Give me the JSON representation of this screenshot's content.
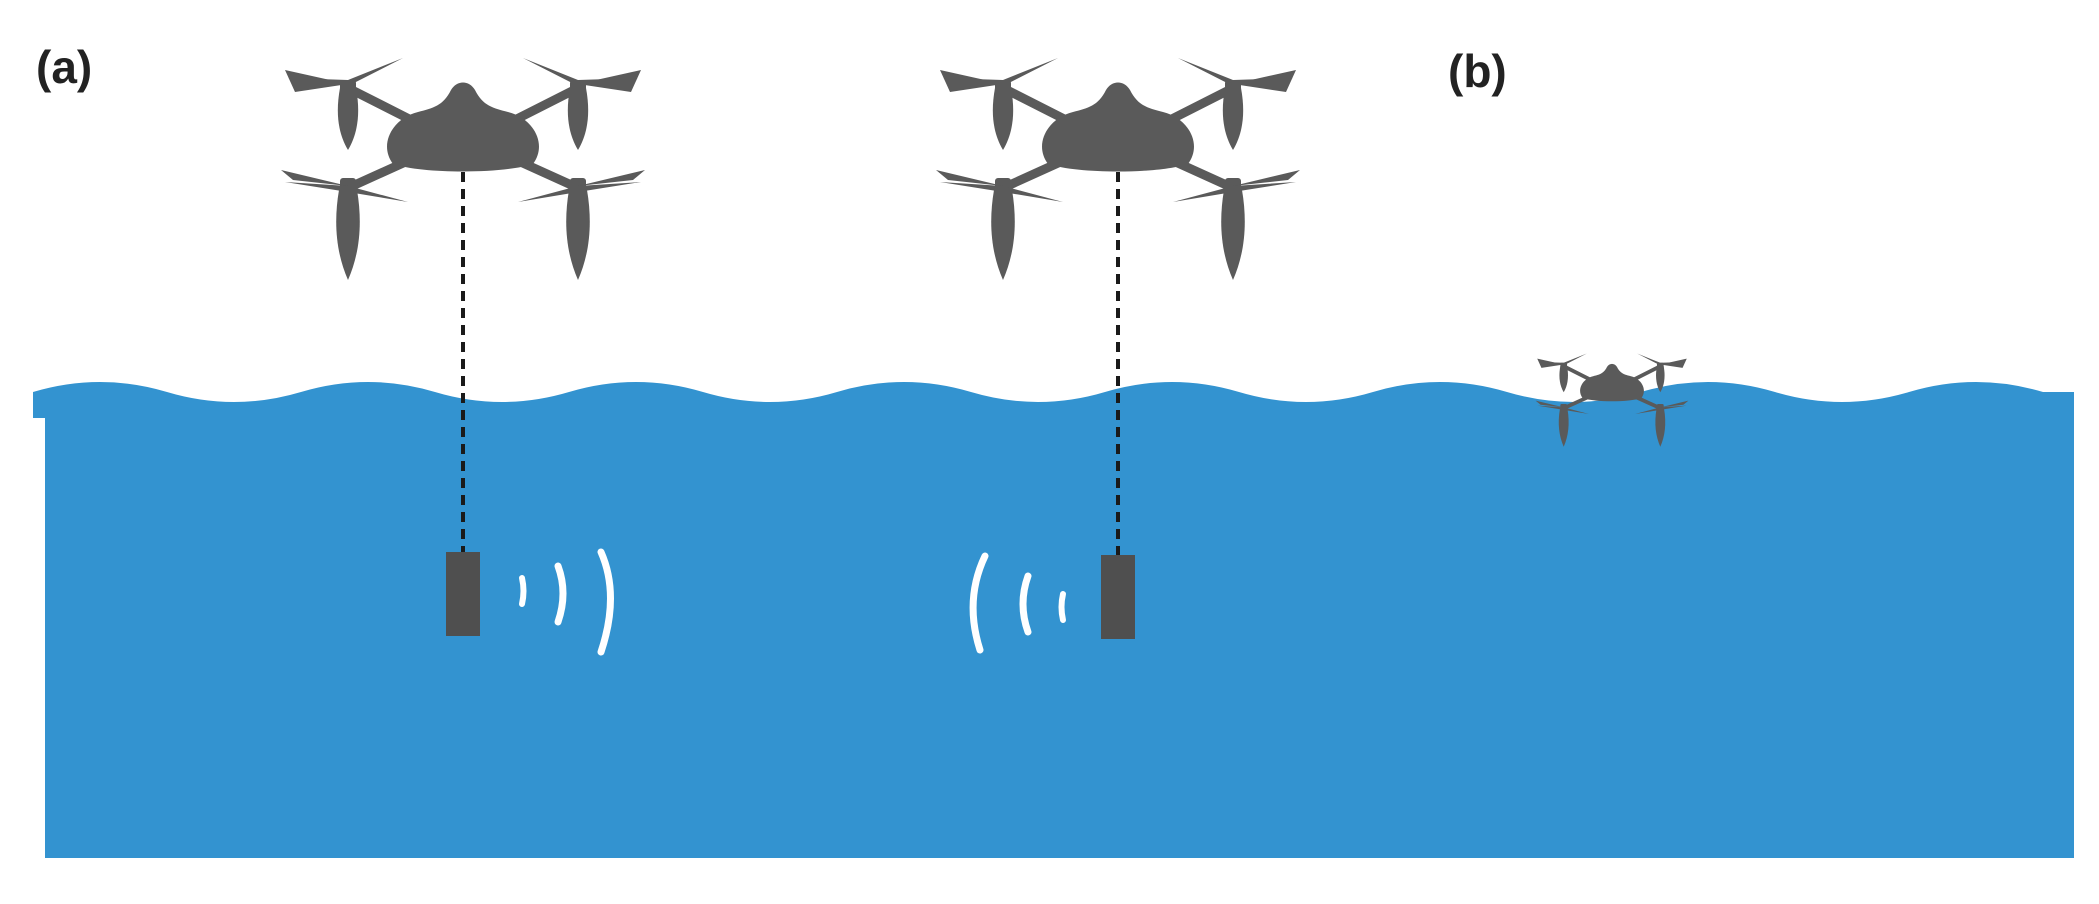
{
  "panels": [
    {
      "label": "(a)"
    },
    {
      "label": "(b)"
    }
  ],
  "colors": {
    "water": "#3393d0",
    "drone": "#5a5a5a",
    "tether": "#1a1a1a",
    "sensor": "#4f4f4f",
    "signal": "#ffffff",
    "labels": "#222222"
  },
  "elements": {
    "drones": [
      "hovering-drone",
      "hovering-drone",
      "floating-drone"
    ],
    "tethered_sensors": 2,
    "signal_waves_per_sensor": 3
  }
}
